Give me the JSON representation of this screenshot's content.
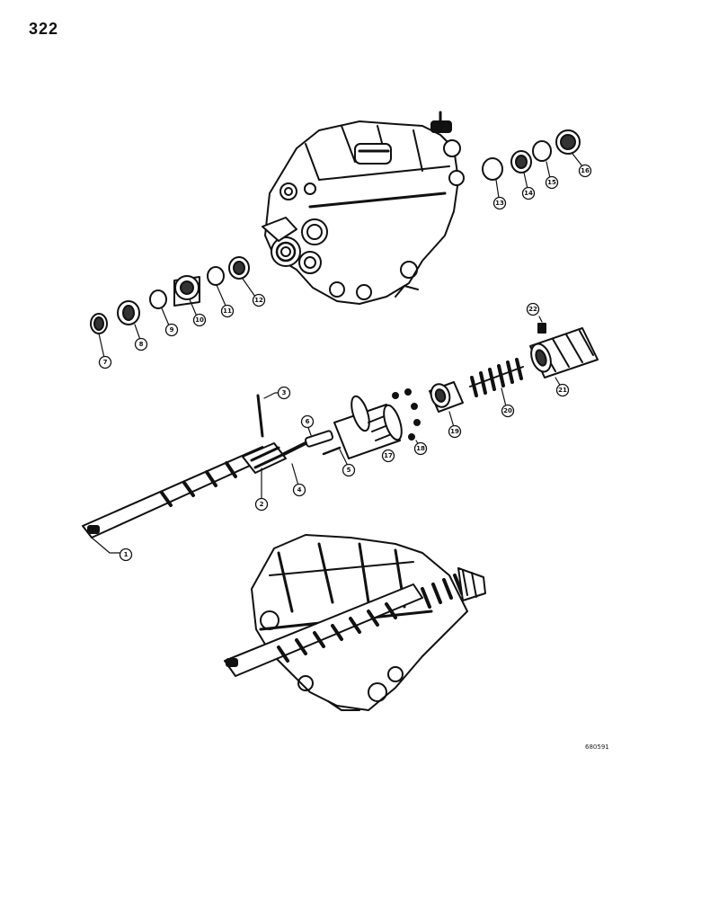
{
  "page": {
    "number": "322",
    "ref_code": "680591"
  },
  "callouts": [
    {
      "id": "1",
      "label": "1"
    },
    {
      "id": "2",
      "label": "2"
    },
    {
      "id": "3",
      "label": "3"
    },
    {
      "id": "4",
      "label": "4"
    },
    {
      "id": "5",
      "label": "5"
    },
    {
      "id": "6",
      "label": "6"
    },
    {
      "id": "7",
      "label": "7"
    },
    {
      "id": "8",
      "label": "8"
    },
    {
      "id": "9",
      "label": "9"
    },
    {
      "id": "10",
      "label": "10"
    },
    {
      "id": "11",
      "label": "11"
    },
    {
      "id": "12",
      "label": "12"
    },
    {
      "id": "13",
      "label": "13"
    },
    {
      "id": "14",
      "label": "14"
    },
    {
      "id": "15",
      "label": "15"
    },
    {
      "id": "16",
      "label": "16"
    },
    {
      "id": "17",
      "label": "17"
    },
    {
      "id": "18",
      "label": "18"
    },
    {
      "id": "19",
      "label": "19"
    },
    {
      "id": "20",
      "label": "20"
    },
    {
      "id": "21",
      "label": "21"
    },
    {
      "id": "22",
      "label": "22"
    }
  ]
}
